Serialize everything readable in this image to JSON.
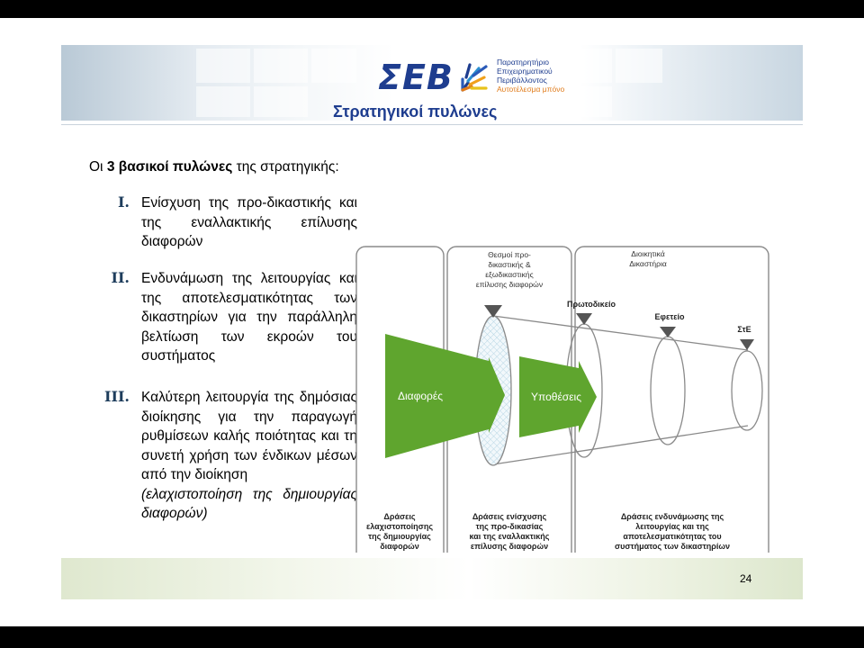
{
  "header": {
    "logo_text": "ΣΕΒ",
    "logo_sub_lines": [
      "Παρατηρητήριο",
      "Επιχειρηματικού",
      "Περιβάλλοντος"
    ],
    "logo_tagline": "Αυτοτέλεσμα μπόνο",
    "title": "Στρατηγικοί πυλώνες"
  },
  "intro": {
    "before": "Οι ",
    "bold": "3 βασικοί πυλώνες",
    "after": " της στρατηγικής:"
  },
  "pillars": [
    {
      "num": "I.",
      "text": "Ενίσχυση της προ-δικαστικής και της εναλλακτικής επίλυσης διαφορών",
      "italic": ""
    },
    {
      "num": "II.",
      "text": "Ενδυνάμωση της λειτουργίας και της αποτελεσματικότητας των δικαστηρίων για την παράλληλη βελτίωση των εκροών του συστήματος",
      "italic": ""
    },
    {
      "num": "III.",
      "text": "Καλύτερη λειτουργία της δημόσιας διοίκησης για την παραγωγή ρυθμίσεων καλής ποιότητας και τη συνετή χρήση των ένδικων μέσων από την διοίκηση",
      "italic": "(ελαχιστοποίηση της δημιουργίας διαφορών)"
    }
  ],
  "diagram": {
    "top_labels": {
      "middle": [
        "Θεσμοί προ-",
        "δικαστικής &",
        "εξωδικαστικής",
        "επίλυσης διαφορών"
      ],
      "right": [
        "Διοικητικά",
        "Δικαστήρια"
      ]
    },
    "courts": [
      "Πρωτοδικείο",
      "Εφετείο",
      "ΣτΕ"
    ],
    "arrows": {
      "left": "Διαφορές",
      "right": "Υποθέσεις"
    },
    "bottom_labels": {
      "left": [
        "Δράσεις",
        "ελαχιστοποίησης",
        "της δημιουργίας",
        "διαφορών"
      ],
      "middle": [
        "Δράσεις ενίσχυσης",
        "της προ-δικασίας",
        "και της εναλλακτικής",
        "επίλυσης διαφορών"
      ],
      "right": [
        "Δράσεις ενδυνάμωσης της",
        "λειτουργίας και της",
        "αποτελεσματικότητας του",
        "συστήματος των δικαστηρίων"
      ]
    },
    "colors": {
      "green": "#5fa52e",
      "border": "#8a8a8a",
      "marker": "#555555"
    }
  },
  "page_number": "24"
}
